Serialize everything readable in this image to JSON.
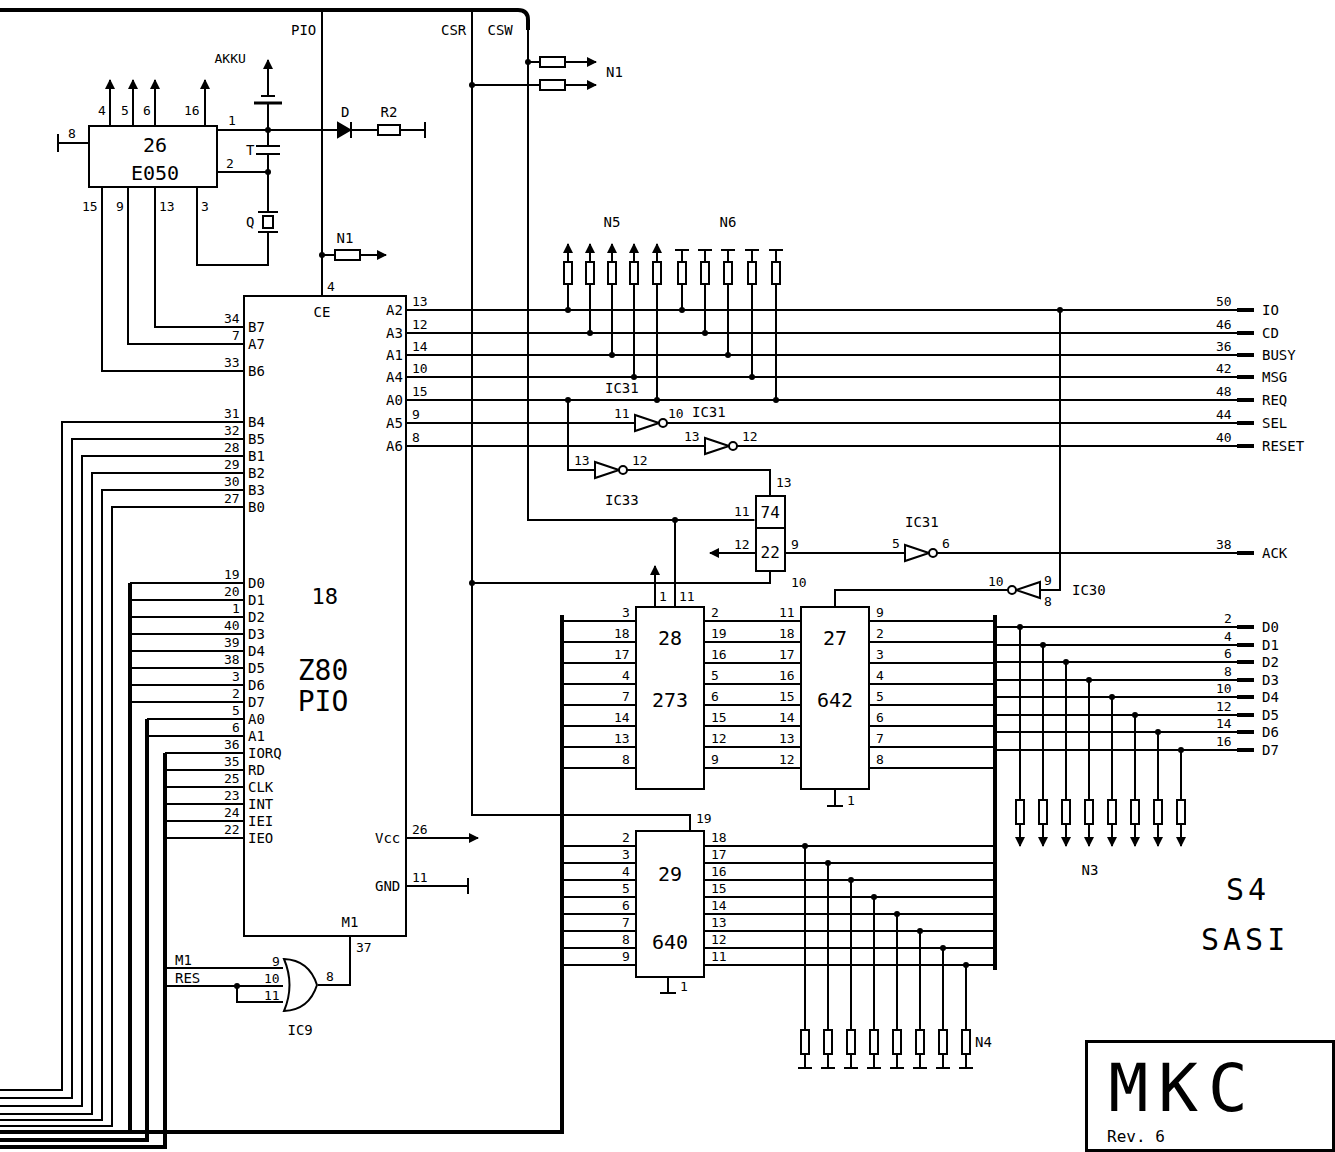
{
  "diagram": {
    "nodes": [
      {
        "text": [
          "26",
          "E050"
        ]
      },
      {
        "text": [
          "18",
          "Z80 PIO"
        ]
      },
      {
        "text": [
          "74",
          "22"
        ]
      },
      {
        "text": [
          "28",
          "273"
        ]
      },
      {
        "text": [
          "27",
          "642"
        ]
      },
      {
        "text": [
          "29",
          "640"
        ]
      },
      {
        "text": [
          "IC9"
        ]
      },
      {
        "text": [
          "MKC",
          "Rev. 6"
        ]
      }
    ],
    "edges": [
      {
        "from": 0,
        "to": 1,
        "arrow": "none"
      },
      {
        "from": 0,
        "to": 1,
        "arrow": "none"
      },
      {
        "from": 0,
        "to": 1,
        "arrow": "none"
      },
      {
        "from": 1,
        "to": 6,
        "arrow": "none"
      },
      {
        "from": 2,
        "to": 3,
        "arrow": "none"
      },
      {
        "from": 3,
        "to": 4,
        "arrow": "none"
      },
      {
        "from": 3,
        "to": 4,
        "arrow": "none"
      },
      {
        "from": 3,
        "to": 4,
        "arrow": "none"
      },
      {
        "from": 3,
        "to": 4,
        "arrow": "none"
      },
      {
        "from": 3,
        "to": 4,
        "arrow": "none"
      },
      {
        "from": 3,
        "to": 4,
        "arrow": "none"
      },
      {
        "from": 3,
        "to": 4,
        "arrow": "none"
      },
      {
        "from": 3,
        "to": 4,
        "arrow": "none"
      }
    ],
    "labels": [
      "PIO",
      "CSR",
      "CSW",
      "N1",
      "N1",
      "AKKU",
      "T",
      "Q",
      "D",
      "R2",
      "4",
      "5",
      "6",
      "16",
      "8",
      "1",
      "2",
      "15",
      "9",
      "13",
      "3",
      "B7",
      "A7",
      "B6",
      "B4",
      "B5",
      "B1",
      "B2",
      "B3",
      "B0",
      "D0",
      "D1",
      "D2",
      "D3",
      "D4",
      "D5",
      "D6",
      "D7",
      "A0",
      "A1",
      "IORQ",
      "RD",
      "CLK",
      "INT",
      "IEI",
      "IEO",
      "34",
      "7",
      "33",
      "31",
      "32",
      "28",
      "29",
      "30",
      "27",
      "19",
      "20",
      "1",
      "40",
      "39",
      "38",
      "3",
      "2",
      "5",
      "6",
      "36",
      "35",
      "25",
      "23",
      "24",
      "22",
      "A2",
      "A3",
      "A1",
      "A4",
      "A0",
      "A5",
      "A6",
      "13",
      "12",
      "14",
      "10",
      "15",
      "9",
      "8",
      "CE",
      "4",
      "Vcc",
      "26",
      "GND",
      "11",
      "M1",
      "37",
      "IO",
      "CD",
      "BUSY",
      "MSG",
      "REQ",
      "SEL",
      "RESET",
      "ACK",
      "D0",
      "D1",
      "D2",
      "D3",
      "D4",
      "D5",
      "D6",
      "D7",
      "50",
      "46",
      "36",
      "42",
      "48",
      "44",
      "40",
      "38",
      "2",
      "4",
      "6",
      "8",
      "10",
      "12",
      "14",
      "16",
      "N5",
      "N6",
      "N3",
      "N4",
      "IC31",
      "11",
      "10",
      "IC31",
      "13",
      "12",
      "13",
      "12",
      "IC33",
      "IC31",
      "5",
      "6",
      "IC30",
      "10",
      "9",
      "8",
      "13",
      "11",
      "12",
      "9",
      "10",
      "1",
      "11",
      "3",
      "18",
      "17",
      "4",
      "7",
      "14",
      "13",
      "8",
      "2",
      "19",
      "16",
      "5",
      "6",
      "15",
      "12",
      "9",
      "11",
      "18",
      "17",
      "16",
      "15",
      "14",
      "13",
      "12",
      "9",
      "2",
      "3",
      "4",
      "5",
      "6",
      "7",
      "8",
      "1",
      "19",
      "2",
      "3",
      "4",
      "5",
      "6",
      "7",
      "8",
      "9",
      "18",
      "17",
      "16",
      "15",
      "14",
      "13",
      "12",
      "11",
      "1",
      "M1",
      "RES",
      "9",
      "10",
      "11",
      "8",
      "S4",
      "SASI"
    ]
  }
}
